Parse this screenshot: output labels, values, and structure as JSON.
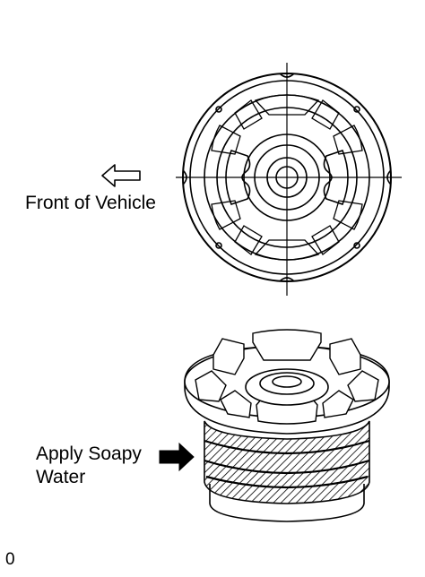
{
  "labels": {
    "front_of_vehicle": "Front of Vehicle",
    "apply_soapy_line1": "Apply Soapy",
    "apply_soapy_line2": "Water",
    "corner_mark": "0"
  },
  "icons": {
    "direction_arrow": "hollow-left-arrow-icon",
    "pointer_arrow": "solid-right-arrow-icon"
  },
  "colors": {
    "ink": "#000000",
    "paper": "#ffffff"
  }
}
